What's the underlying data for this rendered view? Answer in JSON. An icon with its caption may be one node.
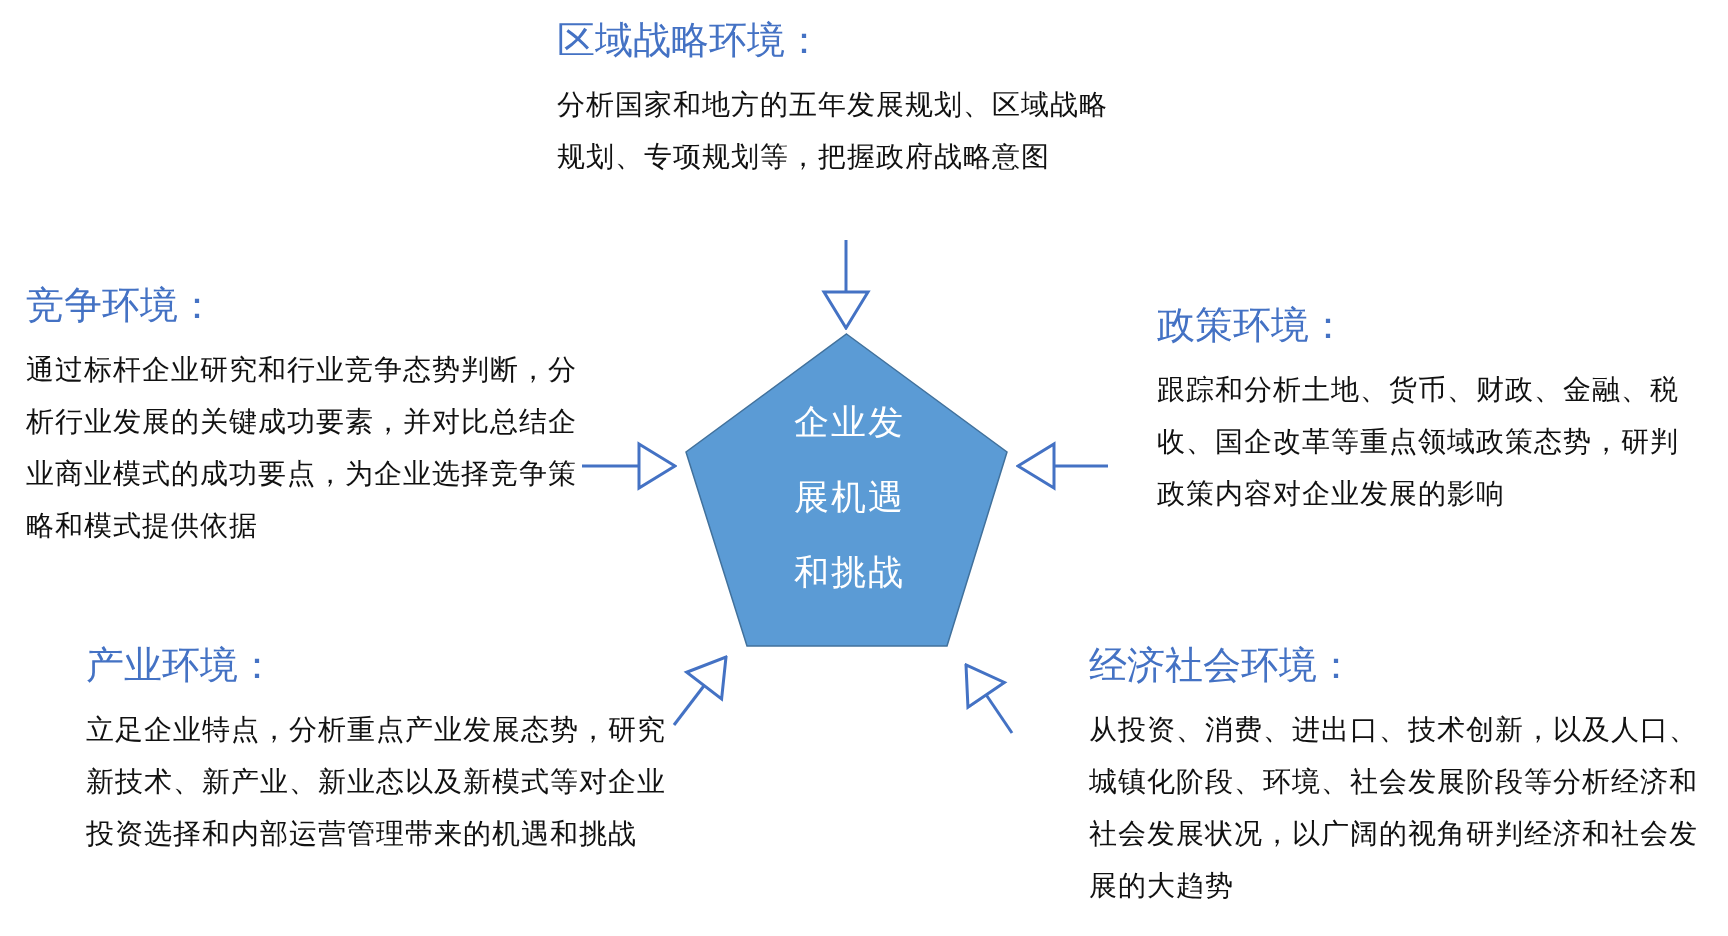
{
  "diagram": {
    "nodes": [
      {
        "text": [
          "区域战略环境：",
          "分析国家和地方的五年发展规划、区域战略规划、专项规划等，把握政府战略意图"
        ]
      },
      {
        "text": [
          "竞争环境：",
          "通过标杆企业研究和行业竞争态势判断，分析行业发展的关键成功要素，并对比总结企业商业模式的成功要点，为企业选择竞争策略和模式提供依据"
        ]
      },
      {
        "text": [
          "政策环境：",
          "跟踪和分析土地、货币、财政、金融、税收、国企改革等重点领域政策态势，研判政策内容对企业发展的影响"
        ]
      },
      {
        "text": [
          "产业环境：",
          "立足企业特点，分析重点产业发展态势，研究新技术、新产业、新业态以及新模式等对企业投资选择和内部运营管理带来的机遇和挑战"
        ]
      },
      {
        "text": [
          "经济社会环境：",
          "从投资、消费、进出口、技术创新，以及人口、城镇化阶段、环境、社会发展阶段等分析经济和社会发展状况，以广阔的视角研判经济和社会发展的大趋势"
        ]
      },
      {
        "text": [
          "企业发展机遇和挑战"
        ]
      }
    ],
    "edges": [
      {
        "from": 0,
        "to": 5,
        "arrow": "to"
      },
      {
        "from": 1,
        "to": 5,
        "arrow": "to"
      },
      {
        "from": 2,
        "to": 5,
        "arrow": "to"
      },
      {
        "from": 3,
        "to": 5,
        "arrow": "to"
      },
      {
        "from": 4,
        "to": 5,
        "arrow": "to"
      }
    ]
  }
}
